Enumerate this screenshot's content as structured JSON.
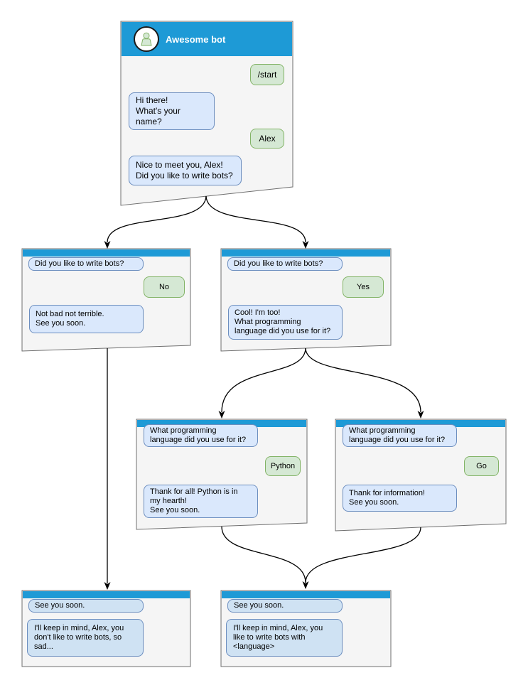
{
  "diagram": {
    "kind": "chatbot conversation flowchart",
    "bot_title": "Awesome bot"
  },
  "colors": {
    "titlebar_blue": "#1e9ad6",
    "window_fill": "#f5f5f5",
    "window_border": "#6f6f6f",
    "bot_bubble_fill": "#dae8fc",
    "bot_bubble_border": "#6c8ebf",
    "user_bubble_fill": "#d5e8d4",
    "user_bubble_border": "#82b366",
    "final_bubble_fill": "#cfe2f3",
    "connector": "#000000"
  },
  "windows": [
    {
      "name": "start",
      "title": "Awesome bot",
      "messages": [
        {
          "from": "user",
          "text": "/start"
        },
        {
          "from": "bot",
          "text": "Hi there!\nWhat's your name?"
        },
        {
          "from": "user",
          "text": "Alex"
        },
        {
          "from": "bot",
          "text": "Nice to meet you, Alex!\nDid you like to write bots?"
        }
      ]
    },
    {
      "name": "branch-no",
      "messages": [
        {
          "from": "bot",
          "text": "Did you like to write bots?"
        },
        {
          "from": "user",
          "text": "No"
        },
        {
          "from": "bot",
          "text": "Not bad not terrible.\nSee you soon."
        }
      ]
    },
    {
      "name": "branch-yes",
      "messages": [
        {
          "from": "bot",
          "text": "Did you like to write bots?"
        },
        {
          "from": "user",
          "text": "Yes"
        },
        {
          "from": "bot",
          "text": "Cool! I'm too!\nWhat programming\nlanguage did you use for it?"
        }
      ]
    },
    {
      "name": "branch-python",
      "messages": [
        {
          "from": "bot",
          "text": "What programming\nlanguage did you use for it?"
        },
        {
          "from": "user",
          "text": "Python"
        },
        {
          "from": "bot",
          "text": "Thank for all! Python is in\nmy hearth!\nSee you soon."
        }
      ]
    },
    {
      "name": "branch-go",
      "messages": [
        {
          "from": "bot",
          "text": "What programming\nlanguage did you use for it?"
        },
        {
          "from": "user",
          "text": "Go"
        },
        {
          "from": "bot",
          "text": "Thank for information!\nSee you soon."
        }
      ]
    },
    {
      "name": "end-no",
      "messages": [
        {
          "from": "bot",
          "text": "See you soon."
        },
        {
          "from": "bot",
          "text": "I'll keep in mind, Alex, you\ndon't like to write bots, so\nsad..."
        }
      ]
    },
    {
      "name": "end-yes",
      "messages": [
        {
          "from": "bot",
          "text": "See you soon."
        },
        {
          "from": "bot",
          "text": "I'll keep in mind, Alex, you\nlike to write bots with\n<language>"
        }
      ]
    }
  ]
}
